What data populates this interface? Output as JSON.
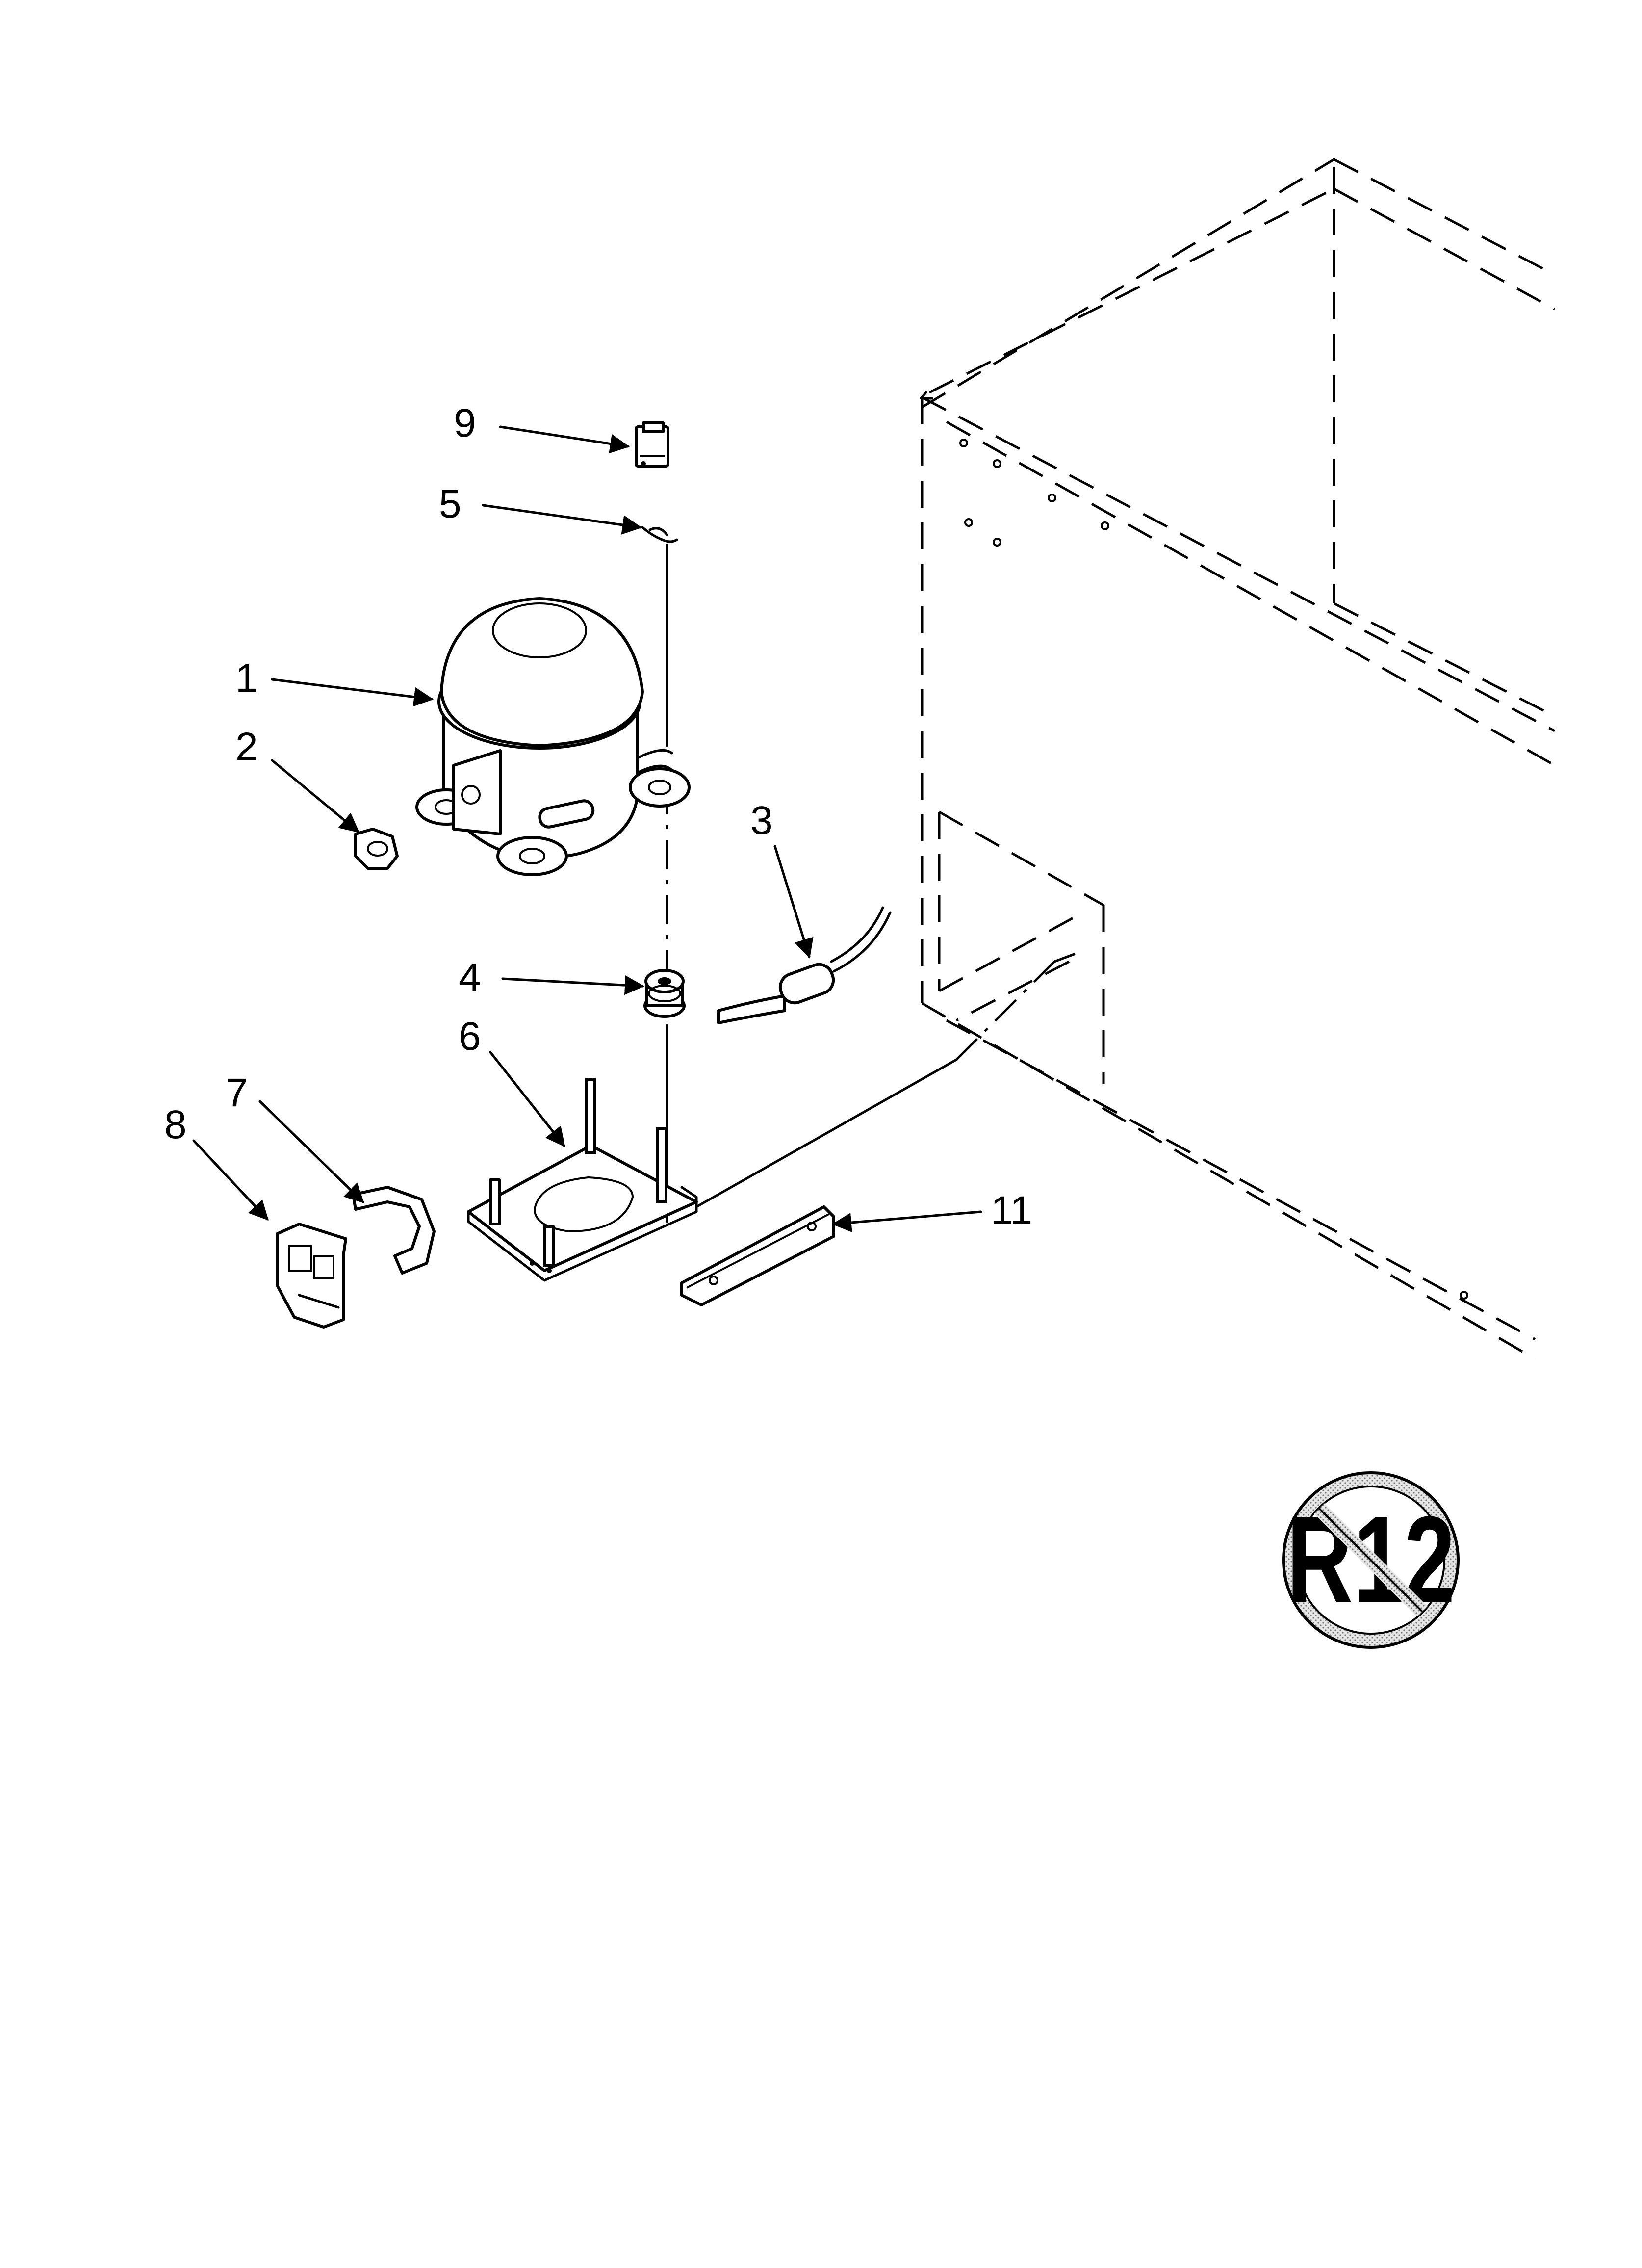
{
  "callouts": {
    "c1": "1",
    "c2": "2",
    "c3": "3",
    "c4": "4",
    "c5": "5",
    "c6": "6",
    "c7": "7",
    "c8": "8",
    "c9": "9",
    "c11": "11"
  },
  "badge": {
    "text": "R12"
  },
  "colors": {
    "ink": "#000000",
    "paper": "#ffffff",
    "badge_fill": "#d9d9d9"
  }
}
